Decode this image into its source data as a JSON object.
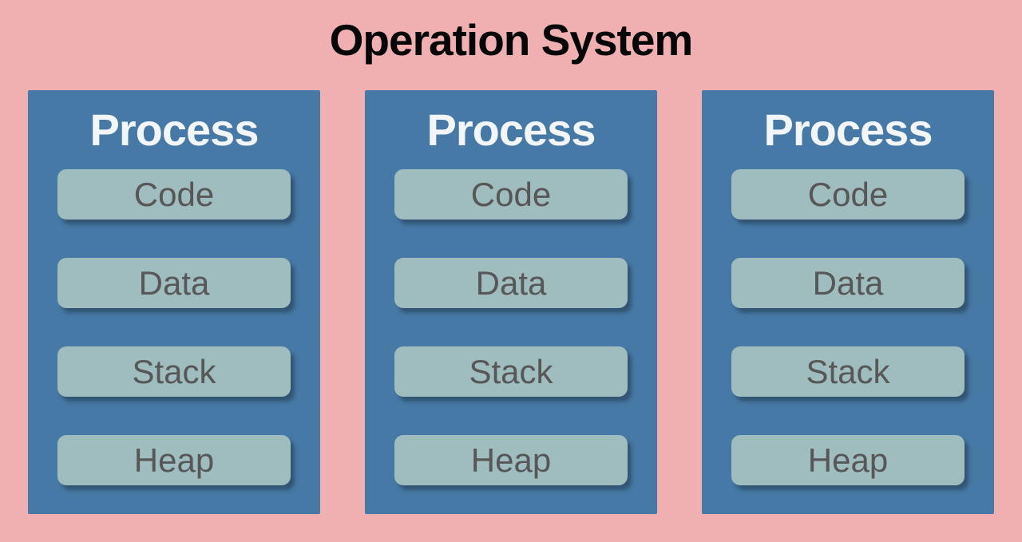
{
  "title": "Operation System",
  "colors": {
    "background": "#F0AFB1",
    "process_box": "#4679A5",
    "segment_box": "#9FBCBE",
    "segment_text": "#575757",
    "process_title_text": "#F2F6F8",
    "title_text": "#060606"
  },
  "processes": [
    {
      "title": "Process",
      "segments": [
        "Code",
        "Data",
        "Stack",
        "Heap"
      ]
    },
    {
      "title": "Process",
      "segments": [
        "Code",
        "Data",
        "Stack",
        "Heap"
      ]
    },
    {
      "title": "Process",
      "segments": [
        "Code",
        "Data",
        "Stack",
        "Heap"
      ]
    }
  ]
}
